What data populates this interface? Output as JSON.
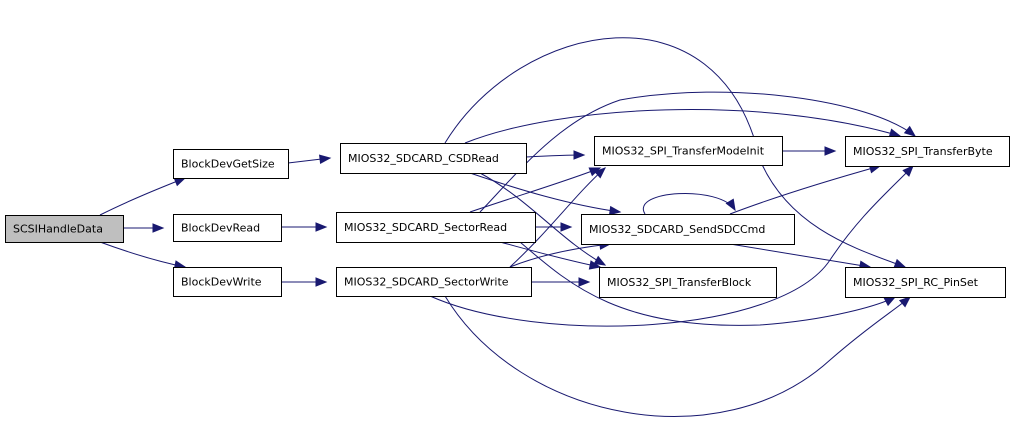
{
  "graph": {
    "edge_color": "#191970",
    "root_fill": "#bfbfbf",
    "nodes": [
      {
        "id": "scsi",
        "label": "SCSIHandleData",
        "root": true
      },
      {
        "id": "getsize",
        "label": "BlockDevGetSize"
      },
      {
        "id": "read",
        "label": "BlockDevRead"
      },
      {
        "id": "write",
        "label": "BlockDevWrite"
      },
      {
        "id": "csdread",
        "label": "MIOS32_SDCARD_CSDRead"
      },
      {
        "id": "sectorread",
        "label": "MIOS32_SDCARD_SectorRead"
      },
      {
        "id": "sectorwrite",
        "label": "MIOS32_SDCARD_SectorWrite"
      },
      {
        "id": "modeinit",
        "label": "MIOS32_SPI_TransferModeInit"
      },
      {
        "id": "sendcmd",
        "label": "MIOS32_SDCARD_SendSDCCmd"
      },
      {
        "id": "block",
        "label": "MIOS32_SPI_TransferBlock"
      },
      {
        "id": "byte",
        "label": "MIOS32_SPI_TransferByte"
      },
      {
        "id": "pinset",
        "label": "MIOS32_SPI_RC_PinSet"
      }
    ],
    "edges": [
      {
        "from": "scsi",
        "to": "getsize"
      },
      {
        "from": "scsi",
        "to": "read"
      },
      {
        "from": "scsi",
        "to": "write"
      },
      {
        "from": "getsize",
        "to": "csdread"
      },
      {
        "from": "read",
        "to": "sectorread"
      },
      {
        "from": "write",
        "to": "sectorwrite"
      },
      {
        "from": "csdread",
        "to": "modeinit"
      },
      {
        "from": "csdread",
        "to": "sendcmd"
      },
      {
        "from": "csdread",
        "to": "block"
      },
      {
        "from": "csdread",
        "to": "byte"
      },
      {
        "from": "csdread",
        "to": "pinset"
      },
      {
        "from": "sectorread",
        "to": "modeinit"
      },
      {
        "from": "sectorread",
        "to": "sendcmd"
      },
      {
        "from": "sectorread",
        "to": "block"
      },
      {
        "from": "sectorread",
        "to": "byte"
      },
      {
        "from": "sectorread",
        "to": "pinset"
      },
      {
        "from": "sectorwrite",
        "to": "modeinit"
      },
      {
        "from": "sectorwrite",
        "to": "sendcmd"
      },
      {
        "from": "sectorwrite",
        "to": "block"
      },
      {
        "from": "sectorwrite",
        "to": "byte"
      },
      {
        "from": "sectorwrite",
        "to": "pinset"
      },
      {
        "from": "modeinit",
        "to": "byte"
      },
      {
        "from": "sendcmd",
        "to": "byte"
      },
      {
        "from": "sendcmd",
        "to": "pinset"
      },
      {
        "from": "sendcmd",
        "to": "sendcmd"
      }
    ]
  }
}
